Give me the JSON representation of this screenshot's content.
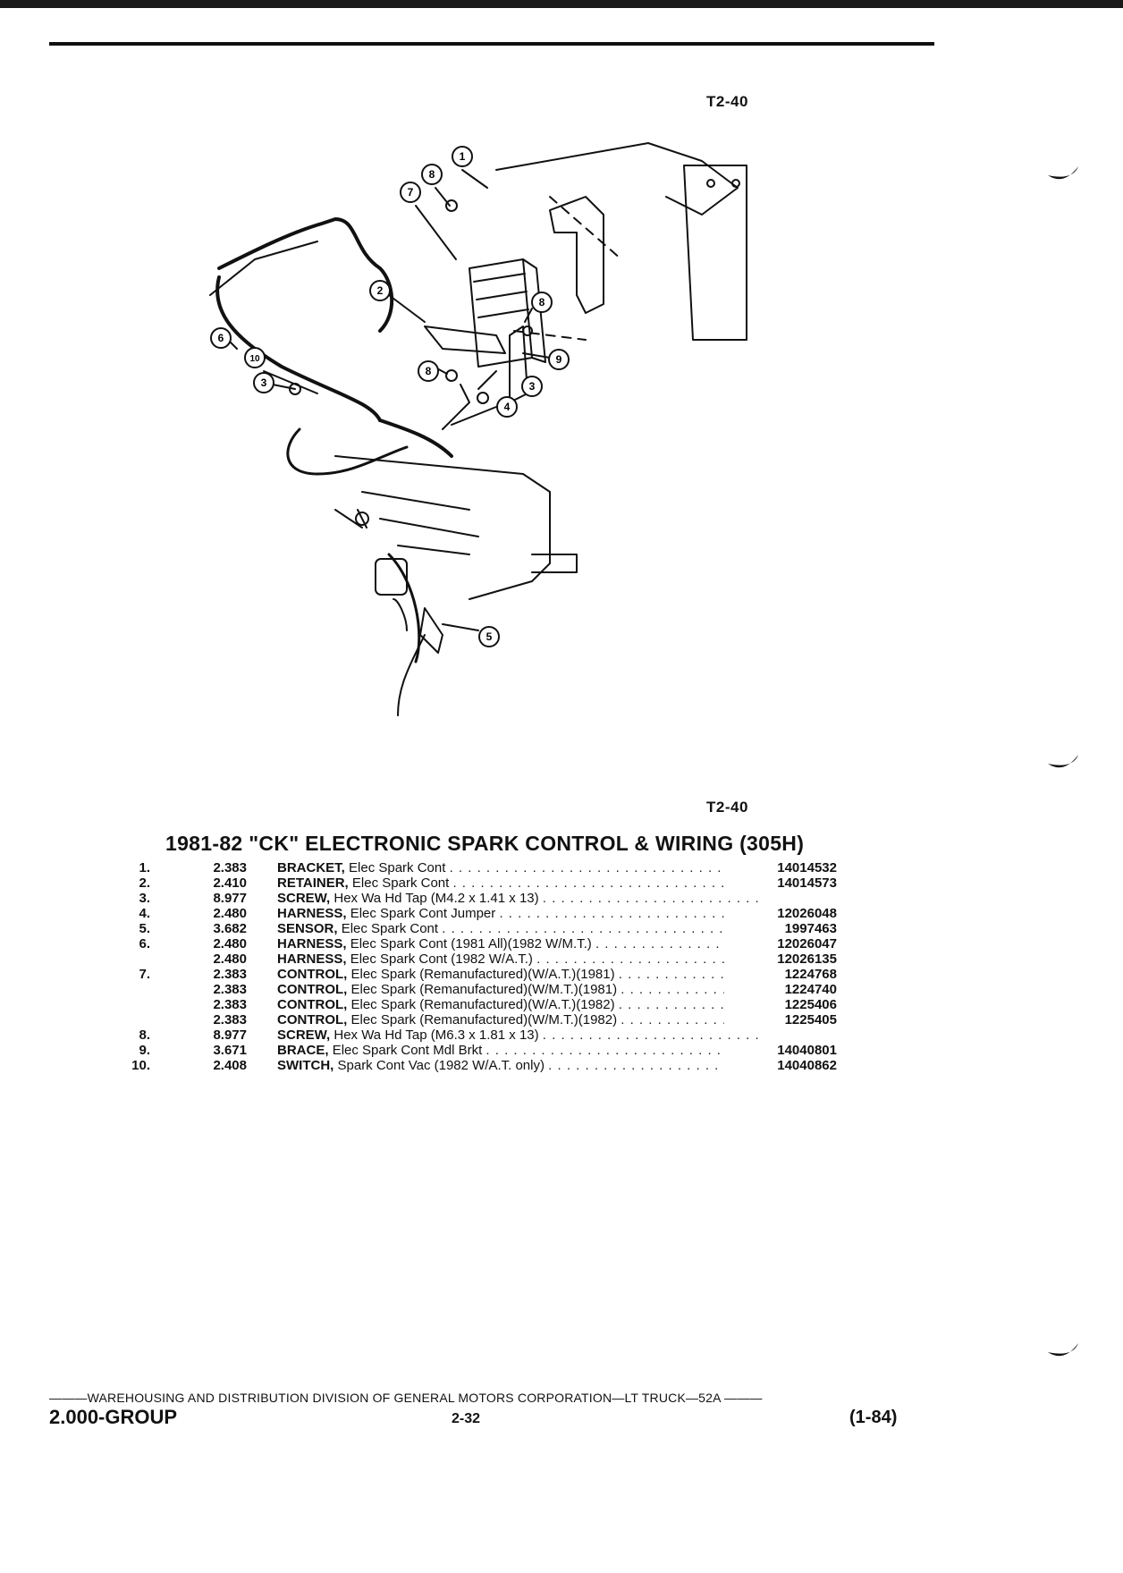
{
  "figure_ref_top": "T2-40",
  "figure_ref_bottom": "T2-40",
  "section_title": "1981-82 \"CK\" ELECTRONIC SPARK CONTROL & WIRING (305H)",
  "callouts": [
    "1",
    "8",
    "7",
    "2",
    "6",
    "10",
    "3",
    "8",
    "8",
    "9",
    "3",
    "4",
    "5"
  ],
  "parts": [
    {
      "num": "1.",
      "group": "2.383",
      "name": "BRACKET,",
      "desc": "Elec Spark Cont",
      "part_no": "14014532"
    },
    {
      "num": "2.",
      "group": "2.410",
      "name": "RETAINER,",
      "desc": "Elec Spark Cont",
      "part_no": "14014573"
    },
    {
      "num": "3.",
      "group": "8.977",
      "name": "SCREW,",
      "desc": "Hex Wa Hd Tap (M4.2 x 1.41 x 13)",
      "part_no": ""
    },
    {
      "num": "4.",
      "group": "2.480",
      "name": "HARNESS,",
      "desc": "Elec Spark Cont Jumper",
      "part_no": "12026048"
    },
    {
      "num": "5.",
      "group": "3.682",
      "name": "SENSOR,",
      "desc": "Elec Spark Cont",
      "part_no": "1997463"
    },
    {
      "num": "6.",
      "group": "2.480",
      "name": "HARNESS,",
      "desc": "Elec Spark Cont (1981 All)(1982 W/M.T.)",
      "part_no": "12026047"
    },
    {
      "num": "",
      "group": "2.480",
      "name": "HARNESS,",
      "desc": "Elec Spark Cont (1982 W/A.T.)",
      "part_no": "12026135"
    },
    {
      "num": "7.",
      "group": "2.383",
      "name": "CONTROL,",
      "desc": "Elec Spark (Remanufactured)(W/A.T.)(1981)",
      "part_no": "1224768"
    },
    {
      "num": "",
      "group": "2.383",
      "name": "CONTROL,",
      "desc": "Elec Spark (Remanufactured)(W/M.T.)(1981)",
      "part_no": "1224740"
    },
    {
      "num": "",
      "group": "2.383",
      "name": "CONTROL,",
      "desc": "Elec Spark (Remanufactured)(W/A.T.)(1982)",
      "part_no": "1225406"
    },
    {
      "num": "",
      "group": "2.383",
      "name": "CONTROL,",
      "desc": "Elec Spark (Remanufactured)(W/M.T.)(1982)",
      "part_no": "1225405"
    },
    {
      "num": "8.",
      "group": "8.977",
      "name": "SCREW,",
      "desc": "Hex Wa Hd Tap (M6.3 x 1.81 x 13)",
      "part_no": ""
    },
    {
      "num": "9.",
      "group": "3.671",
      "name": "BRACE,",
      "desc": "Elec Spark Cont Mdl Brkt",
      "part_no": "14040801"
    },
    {
      "num": "10.",
      "group": "2.408",
      "name": "SWITCH,",
      "desc": "Spark Cont Vac (1982 W/A.T. only)",
      "part_no": "14040862"
    }
  ],
  "footer": {
    "line": "———WAREHOUSING AND DISTRIBUTION DIVISION OF GENERAL MOTORS CORPORATION—LT TRUCK—52A ———",
    "group": "2.000-GROUP",
    "page": "2-32",
    "date": "(1-84)"
  }
}
